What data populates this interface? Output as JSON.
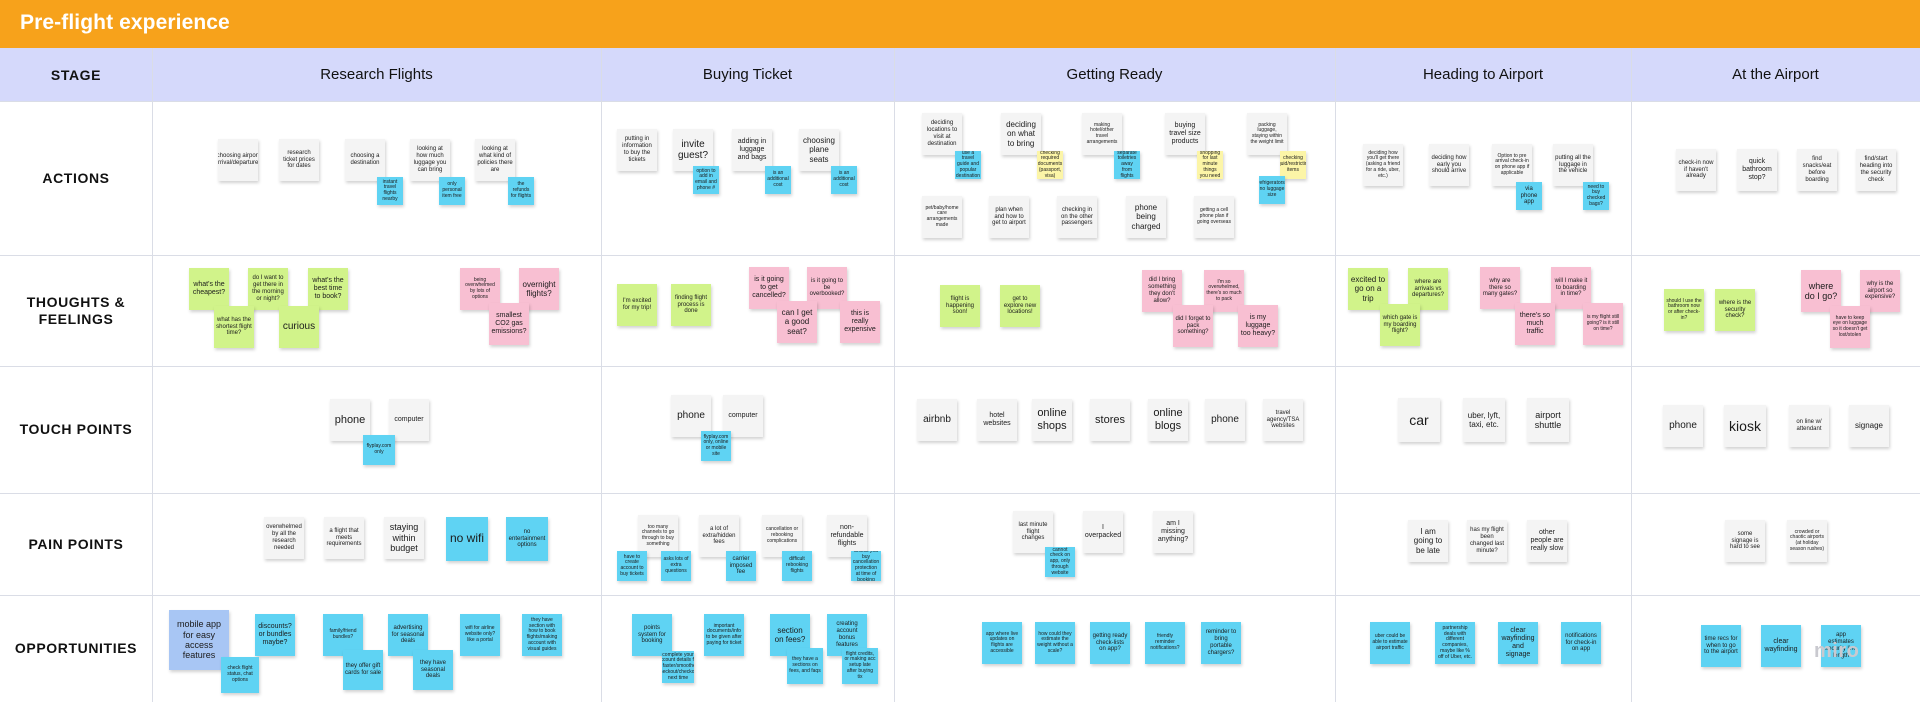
{
  "board": {
    "title": "Pre-flight experience",
    "stage_label": "STAGE",
    "watermark": "miro"
  },
  "stages": [
    "Research Flights",
    "Buying Ticket",
    "Getting Ready",
    "Heading to Airport",
    "At the Airport"
  ],
  "rows": [
    "ACTIONS",
    "THOUGHTS & FEELINGS",
    "TOUCH POINTS",
    "PAIN POINTS",
    "OPPORTUNITIES"
  ],
  "note_colors": {
    "white": "#f4f4f4",
    "blue": "#5fd3f3",
    "green": "#d1f38a",
    "pink": "#f8bfd2",
    "yellow": "#fcf5a7",
    "lavender": "#a8c6f4"
  },
  "notes": {
    "actions": [
      "choosing airport arrival/departures",
      "research ticket prices for dates",
      "choosing a destination",
      "looking at how much luggage you can bring",
      "looking at what kind of policies there are",
      "instant travel flights nearby",
      "only personal item free",
      "the refunds for flights",
      "putting in information to buy the tickets",
      "invite guest?",
      "adding in luggage and bags",
      "choosing plane seats",
      "option to add in email and phone #",
      "is an additional cost",
      "is an additional cost",
      "deciding locations to visit at destination",
      "deciding on what to bring",
      "making hotel/other travel arrangements",
      "buying travel size products",
      "packing luggage, staying within the weight limit",
      "use a travel guide and popular destination",
      "checking required documents (passport, visa)",
      "separate toiletries away from flights",
      "shopping for last minute things you need",
      "checking liquid/restricting items",
      "refrigerators, no luggage size",
      "pet/baby/home care arrangements made",
      "plan when and how to get to airport",
      "checking in on the other passengers",
      "phone being charged",
      "getting a cell phone plan if going overseas",
      "deciding how you'll get there (asking a friend for a ride, uber, etc.)",
      "deciding how early you should arrive",
      "Option to pre arrival check-in on phone app if applicable",
      "putting all the luggage in the vehicle",
      "via phone app",
      "need to buy checked bags?",
      "check-in now if haven't already",
      "quick bathroom stop?",
      "find snacks/eat before boarding",
      "find/start heading into the security check"
    ],
    "thoughts": [
      "what's the cheapest?",
      "do I want to get there in the morning or night?",
      "what's the best time to book?",
      "what has the shortest flight time?",
      "curious",
      "being overwhelmed by lots of options",
      "overnight flights?",
      "smallest CO2 gas emissions?",
      "I'm excited for my trip!",
      "finding flight process is done",
      "is it going to get cancelled?",
      "is it going to be overbooked?",
      "can I get a good seat?",
      "this is really expensive",
      "flight is happening soon!",
      "get to explore new locations!",
      "did I bring something they don't allow?",
      "I'm so overwhelmed, there's so much to pack",
      "did I forget to pack something?",
      "is my luggage too heavy?",
      "excited to go on a trip",
      "where are arrivals vs departures?",
      "which gate is my boarding flight?",
      "why are there so many gates?",
      "will I make it to boarding in time?",
      "there's so much traffic",
      "is my flight still going? is it still on time?",
      "should I use the bathroom now or after check-in?",
      "where is the security check?",
      "where do I go?",
      "why is the airport so expensive?",
      "have to keep eye on luggage so it doesn't get lost/stolen"
    ],
    "touch": [
      "phone",
      "computer",
      "flyplay.com only",
      "phone",
      "computer",
      "flyplay.com only, online or mobile site",
      "airbnb",
      "hotel websites",
      "online shops",
      "stores",
      "online blogs",
      "phone",
      "travel agency/TSA websites",
      "car",
      "uber, lyft, taxi, etc.",
      "airport shuttle",
      "phone",
      "kiosk",
      "on line w/ attendant",
      "signage"
    ],
    "pain": [
      "overwhelmed by all the research needed",
      "a flight that meets requirements",
      "staying within budget",
      "no wifi",
      "no entertainment options",
      "too many channels to go through to buy something",
      "a lot of extra/hidden fees",
      "cancellation or rebooking complications",
      "non-refundable flights",
      "have to create account to buy tickets",
      "asks lots of extra questions",
      "carrier imposed fee",
      "difficult rebooking flights",
      "unless you buy cancellation protection at time of booking",
      "last minute flight changes",
      "I overpacked",
      "am I missing anything?",
      "cannot check on app, only through website",
      "I am going to be late",
      "has my flight been changed last minute?",
      "other people are really slow",
      "some signage is hard to see",
      "crowded or chaotic airports (at holiday season rushes)"
    ],
    "opps": [
      "mobile app for easy access features",
      "discounts? or bundles maybe?",
      "family/friend bundles?",
      "advertising for seasonal deals",
      "wifi for airline website only? like a portal",
      "they have section with how to book flights/making account with visual guides",
      "check flight status, chat options",
      "they offer gift cards for sale",
      "they have seasonal deals",
      "points system for booking",
      "important documents/info to be given after paying for ticket",
      "section on fees?",
      "creating account bonus features",
      "complete your account details for a faster/smoother checkout/checkout next time",
      "they have a sections on fees, and faqs",
      "flight credits, or making acc setup late after buying tix",
      "app where live updates on flights are accessible",
      "how could they estimate the weight without a scale?",
      "getting ready check-lists on app?",
      "friendly reminder notifications?",
      "reminder to bring portable chargers?",
      "uber could be able to estimate airport traffic",
      "partnership deals with different companies, maybe like % off of Uber, etc.",
      "clear wayfinding and signage",
      "notifications for check-in on app",
      "time recs for when to go to the airport",
      "clear wayfinding",
      "app estimates security line length"
    ]
  }
}
